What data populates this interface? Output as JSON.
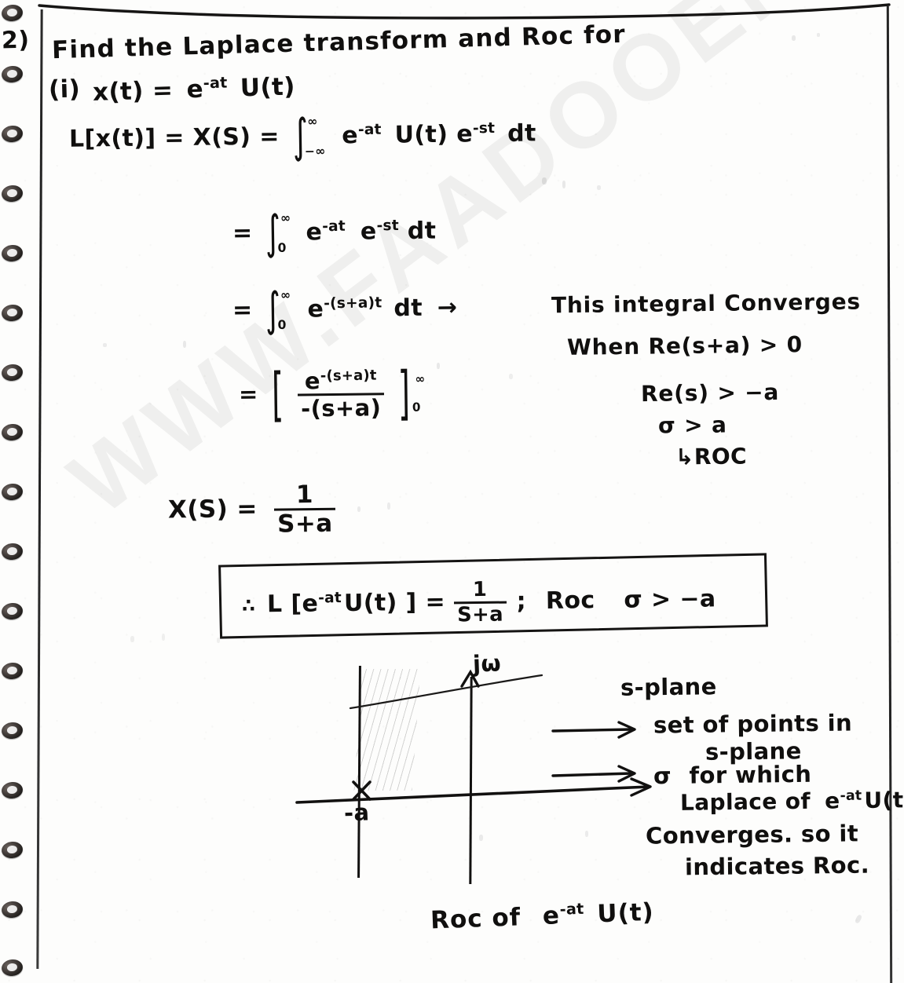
{
  "document": {
    "type": "handwritten-notes",
    "subject": "Laplace Transform and ROC",
    "ink_color": "#100f0e",
    "paper_color": "#fdfdfc"
  },
  "watermark": {
    "text": "WWW.FAADOOENGI.COM",
    "rotation_deg": -37
  },
  "question": {
    "number": "2)",
    "prompt": "Find the Laplace transform and Roc for",
    "part_label": "(i)",
    "part_expression_x": "x(t) =",
    "part_expression_e": "e",
    "part_expression_exp": "-at",
    "part_expression_u": "U(t)"
  },
  "derivation": {
    "line1": {
      "lhs": "L[x(t)] = X(S) =",
      "upper_limit": "∞",
      "lower_limit": "−∞",
      "integrand_e1": "e",
      "integrand_e1_exp": "-at",
      "integrand_u": "U(t)",
      "integrand_e2": "e",
      "integrand_e2_exp": "-st",
      "differential": "dt"
    },
    "line2": {
      "eq": "=",
      "upper_limit": "∞",
      "lower_limit": "0",
      "integrand_e1": "e",
      "integrand_e1_exp": "-at",
      "integrand_e2": "e",
      "integrand_e2_exp": "-st",
      "differential": "dt"
    },
    "line3": {
      "eq": "=",
      "upper_limit": "∞",
      "lower_limit": "0",
      "integrand_e": "e",
      "integrand_exp": "-(s+a)t",
      "differential": "dt",
      "arrow": "→"
    },
    "line4": {
      "eq": "=",
      "bracket_open": "[",
      "bracket_close": "]",
      "numerator_e": "e",
      "numerator_exp": "-(s+a)t",
      "denominator": "-(s+a)",
      "eval_upper": "∞",
      "eval_lower": "0"
    },
    "line5": {
      "lhs": "X(S)  =",
      "numerator": "1",
      "denominator": "S+a"
    }
  },
  "convergence_notes": {
    "note1": "This  integral  Converges",
    "note2": "When   Re(s+a) > 0",
    "note3": "Re(s) > −a",
    "note4": "σ > a",
    "note5_arrow": "↳",
    "note5": "ROC"
  },
  "boxed_result": {
    "therefore": "∴",
    "lhs_L": "L [",
    "lhs_e": "e",
    "lhs_exp": "-at",
    "lhs_u": "U(t) ]",
    "equals": "=",
    "numerator": "1",
    "denominator": "S+a",
    "semicolon": ";",
    "roc_label": "Roc",
    "roc_condition": "σ > −a"
  },
  "diagram": {
    "imaginary_axis_label": "jω",
    "pole_label": "-a",
    "pole_marker": "x",
    "caption_prefix": "Roc  of",
    "caption_e": "e",
    "caption_exp": "-at",
    "caption_u": "U(t)"
  },
  "annotations": {
    "plane_title": "s-plane",
    "arrow1": "→",
    "line1": "set of points in",
    "line2": "s-plane",
    "arrow2": "→",
    "line3_sigma": "σ",
    "line3": "for which",
    "line4_prefix": "Laplace of",
    "line4_e": "e",
    "line4_exp": "-at",
    "line4_u": "U(t)",
    "line5": "Converges. so it",
    "line6": "indicates Roc."
  }
}
